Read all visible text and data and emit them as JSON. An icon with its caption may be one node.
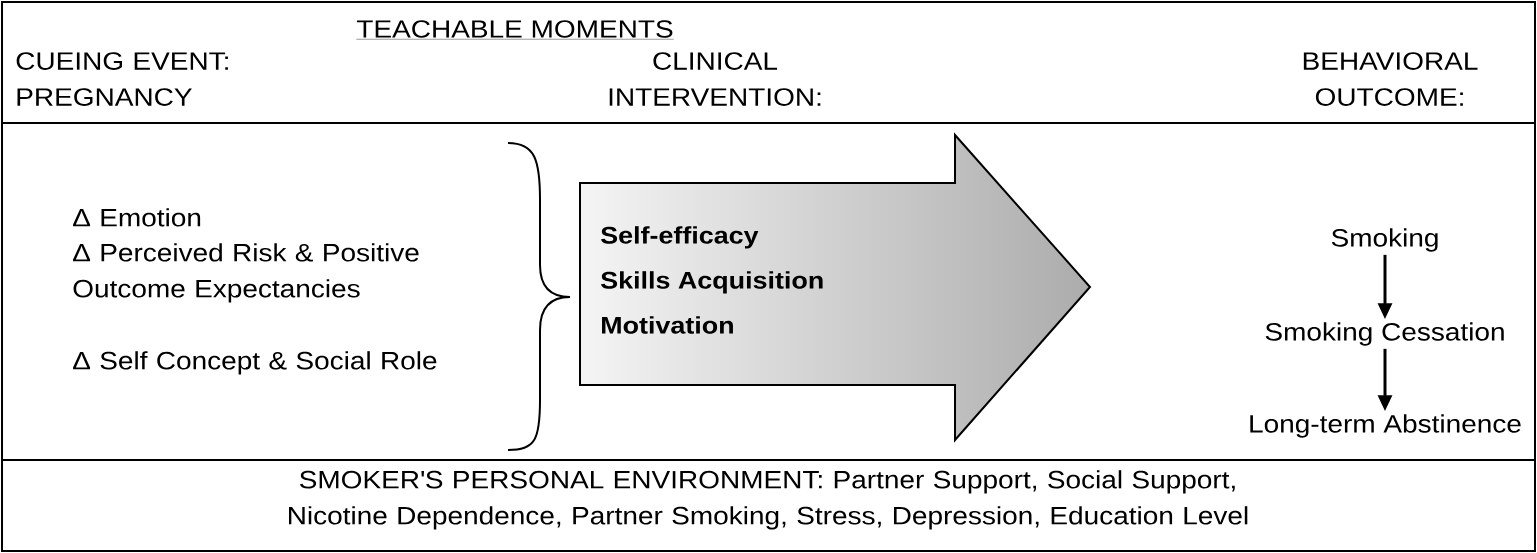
{
  "diagram": {
    "title": "TEACHABLE MOMENTS",
    "nodes": [
      {
        "text": [
          "Self-efficacy",
          "Skills Acquisition",
          "Motivation"
        ]
      },
      {
        "text": [
          "Smoking"
        ]
      },
      {
        "text": [
          "Smoking Cessation"
        ]
      },
      {
        "text": [
          "Long-term Abstinence"
        ]
      }
    ],
    "edges": [
      {
        "from": 1,
        "to": 2,
        "arrow": "to"
      },
      {
        "from": 2,
        "to": 3,
        "arrow": "to"
      }
    ],
    "labels": [
      "CUEING EVENT: PREGNANCY",
      "CLINICAL INTERVENTION:",
      "BEHAVIORAL OUTCOME:",
      "Δ Emotion",
      "Δ Perceived Risk & Positive Outcome Expectancies",
      "Δ Self Concept & Social Role",
      "SMOKER'S PERSONAL ENVIRONMENT: Partner Support, Social Support, Nicotine Dependence, Partner Smoking, Stress, Depression, Education Level"
    ]
  }
}
